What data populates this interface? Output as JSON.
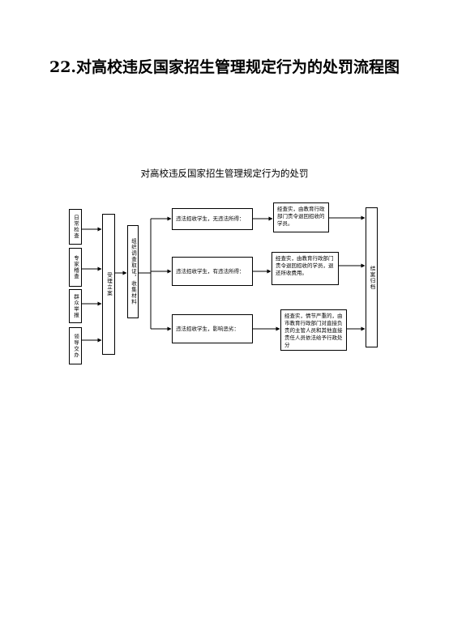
{
  "page_title": "22.对高校违反国家招生管理规定行为的处罚流程图",
  "diagram_title": "对高校违反国家招生管理规定行为的处罚",
  "sources": [
    "日常检查",
    "专家稽查",
    "群众举报",
    "领导交办"
  ],
  "accept": "受理立案",
  "investigate": "组织调查取证，收集材料",
  "cases": [
    {
      "condition": "违法招收学生，无违法所得：",
      "penalty": "经查实，由教育行政部门责令退回招收的学员。"
    },
    {
      "condition": "违法招收学生，有违法所得：",
      "penalty": "经查实，由教育行政部门责令退回招收的学员，退还所收费用。"
    },
    {
      "condition": "违法招收学生，影响恶劣：",
      "penalty": "经查实，情节严重的，由市教育行政部门对直接负责的主管人员和其他直接责任人员依法给予行政处分"
    }
  ],
  "close": "结案归档"
}
